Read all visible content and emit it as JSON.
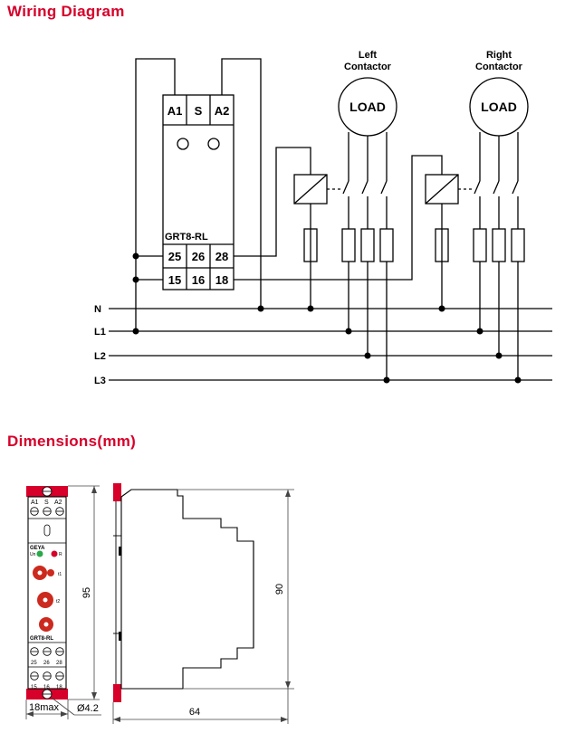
{
  "colors": {
    "accent": "#d6002a",
    "line": "#000000",
    "dim": "#444444",
    "knob": "#cc2a1e",
    "led_green": "#2aa84a"
  },
  "wiring": {
    "title": "Wiring Diagram",
    "module_top_terminals": [
      "A1",
      "S",
      "A2"
    ],
    "module_model": "GRT8-RL",
    "module_row1": [
      "25",
      "26",
      "28"
    ],
    "module_row2": [
      "15",
      "16",
      "18"
    ],
    "left_contactor_line1": "Left",
    "left_contactor_line2": "Contactor",
    "right_contactor_line1": "Right",
    "right_contactor_line2": "Contactor",
    "load_label": "LOAD",
    "line_labels": [
      "N",
      "L1",
      "L2",
      "L3"
    ]
  },
  "dimensions": {
    "title": "Dimensions(mm)",
    "front_top_terms": [
      "A1",
      "S",
      "A2"
    ],
    "front_brand": "GEYA",
    "front_led_un": "Un",
    "front_led_r": "R",
    "front_t1": "t1",
    "front_t2": "t2",
    "front_model": "GRT8-RL",
    "front_row1": [
      "25",
      "26",
      "28"
    ],
    "front_row2": [
      "15",
      "16",
      "18"
    ],
    "dim_height": "95",
    "dim_width": "18max",
    "dim_hole": "Ø4.2",
    "dim_depth": "64",
    "dim_body": "90"
  }
}
